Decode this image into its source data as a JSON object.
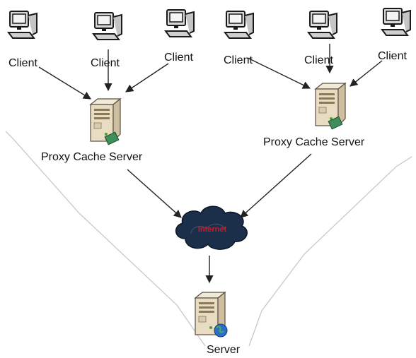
{
  "diagram": {
    "clients_left": [
      "Client",
      "Client",
      "Client"
    ],
    "clients_right": [
      "Client",
      "Client",
      "Client"
    ],
    "proxy_left": "Proxy Cache Server",
    "proxy_right": "Proxy Cache Server",
    "internet": "Internet",
    "server": "Server"
  },
  "colors": {
    "server_body": "#e8dcc2",
    "monitor_body": "#d9d9d9",
    "cloud": "#1c2f4a",
    "internet_text": "#c0202a",
    "arrow": "#222222",
    "boundary": "#c8c8c8"
  },
  "icons": [
    "computer-icon",
    "server-icon",
    "cloud-icon",
    "globe-icon"
  ]
}
